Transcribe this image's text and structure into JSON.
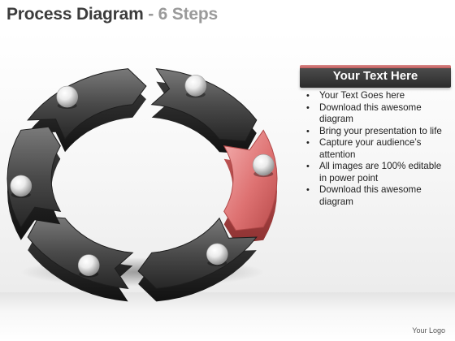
{
  "title": {
    "main": "Process Diagram",
    "separator": "-",
    "steps": "6 Steps"
  },
  "panel": {
    "heading": "Your Text Here",
    "accent_color": "#c96a6a",
    "bullets": [
      "Your Text Goes here",
      "Download this awesome diagram",
      "Bring your presentation to life",
      "Capture your audience’s attention",
      "All images are 100% editable in power point",
      "Download this awesome diagram"
    ]
  },
  "diagram": {
    "segment_count": 6,
    "highlighted_segment": 3,
    "segment_color": "#4a4a4a",
    "highlight_color": "#e07a7a"
  },
  "footer": {
    "logo": "Your Logo"
  }
}
